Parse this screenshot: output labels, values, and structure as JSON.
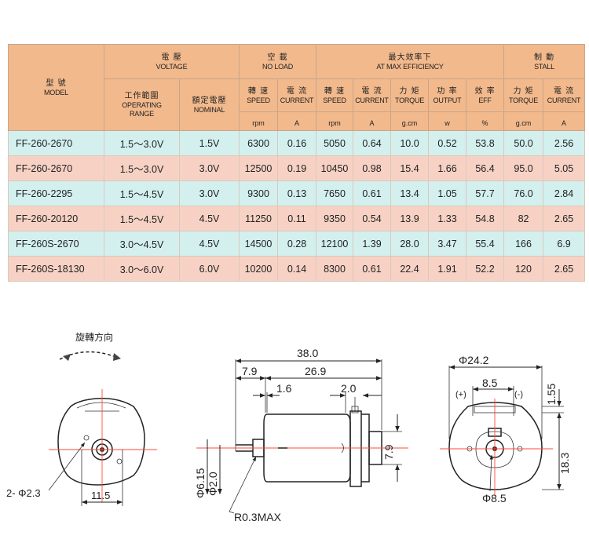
{
  "table": {
    "header": {
      "model_zh": "型 號",
      "model_en": "MODEL",
      "voltage_zh": "電 壓",
      "voltage_en": "VOLTAGE",
      "operating_range_zh": "工作範圍",
      "operating_range_en1": "OPERATING",
      "operating_range_en2": "RANGE",
      "nominal_zh": "額定電壓",
      "nominal_en": "NOMINAL",
      "no_load_zh": "空 載",
      "no_load_en": "NO LOAD",
      "max_eff_zh": "最大效率下",
      "max_eff_en": "AT MAX EFFICIENCY",
      "stall_zh": "制 動",
      "stall_en": "STALL",
      "speed_zh": "轉 速",
      "speed_en": "SPEED",
      "current_zh": "電 流",
      "current_en": "CURRENT",
      "torque_zh": "力 矩",
      "torque_en": "TORQUE",
      "output_zh": "功 率",
      "output_en": "OUTPUT",
      "eff_zh": "效 率",
      "eff_en": "EFF",
      "unit_rpm": "rpm",
      "unit_a": "A",
      "unit_gcm": "g.cm",
      "unit_w": "w",
      "unit_pct": "%"
    },
    "rows": [
      {
        "model": "FF-260-2670",
        "range": "1.5～3.0V",
        "nominal": "1.5V",
        "nl_speed": "6300",
        "nl_current": "0.16",
        "me_speed": "5050",
        "me_current": "0.64",
        "me_torque": "10.0",
        "me_output": "0.52",
        "me_eff": "53.8",
        "st_torque": "50.0",
        "st_current": "2.56",
        "color": "cyan"
      },
      {
        "model": "FF-260-2670",
        "range": "1.5～3.0V",
        "nominal": "3.0V",
        "nl_speed": "12500",
        "nl_current": "0.19",
        "me_speed": "10450",
        "me_current": "0.98",
        "me_torque": "15.4",
        "me_output": "1.66",
        "me_eff": "56.4",
        "st_torque": "95.0",
        "st_current": "5.05",
        "color": "pink"
      },
      {
        "model": "FF-260-2295",
        "range": "1.5～4.5V",
        "nominal": "3.0V",
        "nl_speed": "9300",
        "nl_current": "0.13",
        "me_speed": "7650",
        "me_current": "0.61",
        "me_torque": "13.4",
        "me_output": "1.05",
        "me_eff": "57.7",
        "st_torque": "76.0",
        "st_current": "2.84",
        "color": "cyan"
      },
      {
        "model": "FF-260-20120",
        "range": "1.5～4.5V",
        "nominal": "4.5V",
        "nl_speed": "11250",
        "nl_current": "0.11",
        "me_speed": "9350",
        "me_current": "0.54",
        "me_torque": "13.9",
        "me_output": "1.33",
        "me_eff": "54.8",
        "st_torque": "82",
        "st_current": "2.65",
        "color": "pink"
      },
      {
        "model": "FF-260S-2670",
        "range": "3.0～4.5V",
        "nominal": "4.5V",
        "nl_speed": "14500",
        "nl_current": "0.28",
        "me_speed": "12100",
        "me_current": "1.39",
        "me_torque": "28.0",
        "me_output": "3.47",
        "me_eff": "55.4",
        "st_torque": "166",
        "st_current": "6.9",
        "color": "cyan"
      },
      {
        "model": "FF-260S-18130",
        "range": "3.0～6.0V",
        "nominal": "6.0V",
        "nl_speed": "10200",
        "nl_current": "0.14",
        "me_speed": "8300",
        "me_current": "0.61",
        "me_torque": "22.4",
        "me_output": "1.91",
        "me_eff": "52.2",
        "st_torque": "120",
        "st_current": "2.65",
        "color": "pink"
      }
    ]
  },
  "drawings": {
    "front": {
      "rotation_label": "旋轉方向",
      "holes_dim": "2- Φ2.3",
      "spacing_dim": "11.5"
    },
    "side": {
      "length_dim": "38.0",
      "dim_7_9": "7.9",
      "dim_26_9": "26.9",
      "dim_1_6": "1.6",
      "dim_2_0": "2.0",
      "shaft_dim_6_15": "Φ6.15",
      "shaft_dim_2_0": "Φ2.0",
      "height_dim_7_9": "7.9",
      "radius_note": "R0.3MAX"
    },
    "rear": {
      "diameter_dim": "Φ24.2",
      "spacing_dim": "8.5",
      "plus_label": "(+)",
      "minus_label": "(-)",
      "dim_1_55": "1.55",
      "height_dim": "18.3",
      "bushing_dim": "Φ8.5"
    }
  },
  "colors": {
    "header_bg": "#f2b98c",
    "row_cyan": "#d3f0ef",
    "row_pink": "#f7d2c4",
    "center_line": "#ff4a3a"
  }
}
